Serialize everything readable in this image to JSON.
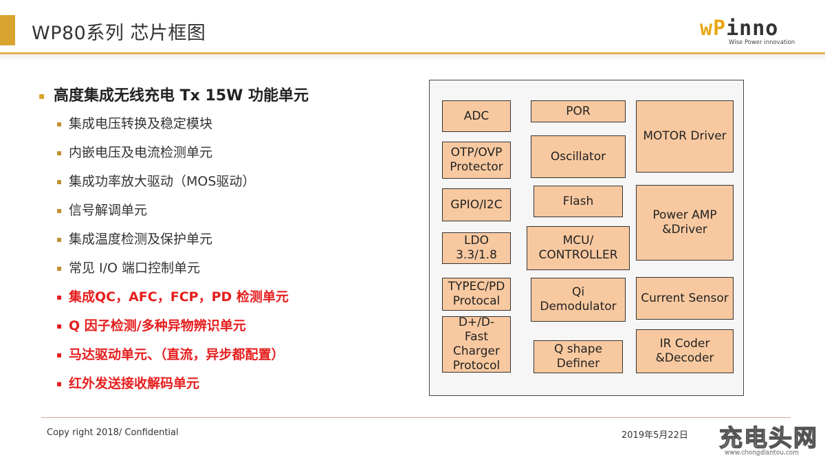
{
  "header": {
    "title": "WP80系列 芯片框图",
    "logo_text_a": "wP",
    "logo_text_b": "inno",
    "logo_tagline": "Wise Power innovation",
    "accent_color": "#d8a32e"
  },
  "bullets": {
    "heading": "高度集成无线充电 Tx 15W 功能单元",
    "items": [
      {
        "text": "集成电压转换及稳定模块"
      },
      {
        "text": "内嵌电压及电流检测单元"
      },
      {
        "text": "集成功率放大驱动（MOS驱动）"
      },
      {
        "text": "信号解调单元"
      },
      {
        "text": "集成温度检测及保护单元"
      },
      {
        "text": "常见 I/O 端口控制单元"
      },
      {
        "text": "集成QC，AFC，FCP，PD 检测单元"
      },
      {
        "text": "Q 因子检测/多种异物辨识单元"
      },
      {
        "text": "马达驱动单元、（直流，异步都配置）"
      },
      {
        "text": "红外发送接收解码单元"
      }
    ],
    "highlight_color": "#e61e1e"
  },
  "diagram": {
    "block_color": "#f8c9a0",
    "blocks": {
      "adc": "ADC",
      "otp_ovp_1": "OTP/OVP",
      "otp_ovp_2": "Protector",
      "gpio": "GPIO/I2C",
      "ldo_1": "LDO",
      "ldo_2": "3.3/1.8",
      "typec_1": "TYPEC/PD",
      "typec_2": "Protocal",
      "dpdm_1": "D+/D-",
      "dpdm_2": "Fast",
      "dpdm_3": "Charger",
      "dpdm_4": "Protocol",
      "por": "POR",
      "osc": "Oscillator",
      "flash": "Flash",
      "mcu_1": "MCU/",
      "mcu_2": "CONTROLLER",
      "qi_1": "Qi",
      "qi_2": "Demodulator",
      "qshape_1": "Q shape",
      "qshape_2": "Definer",
      "motor": "MOTOR Driver",
      "pamp_1": "Power AMP",
      "pamp_2": "&Driver",
      "current": "Current Sensor",
      "ir_1": "IR Coder",
      "ir_2": "&Decoder"
    }
  },
  "footer": {
    "copyright": "Copy right 2018/ Confidential",
    "date": "2019年5月22日",
    "watermark": "充电头网",
    "watermark_url": "www.chongdiantou.com"
  }
}
